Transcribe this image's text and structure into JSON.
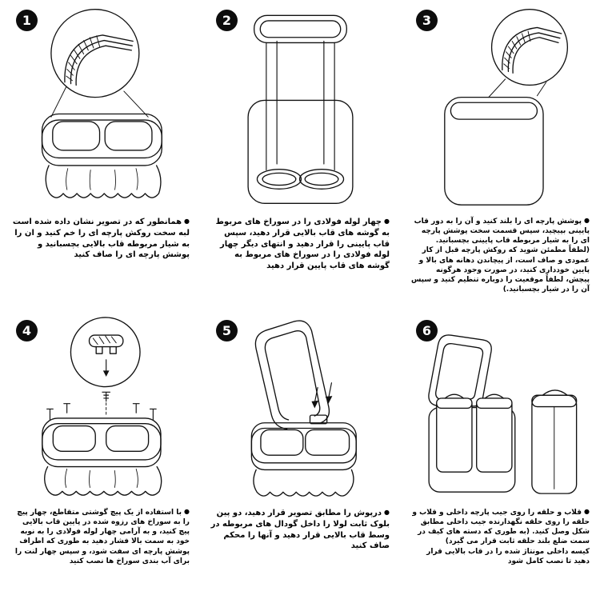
{
  "bullet": "●",
  "steps": [
    {
      "number": "1",
      "text": "همانطور که در تصویر نشان داده شده است لبه سخت روکش پارچه ای را خم کنید و ان را به شیار مربوطه قاب بالایی بچسبانید و پوشش پارچه ای را صاف کنید"
    },
    {
      "number": "2",
      "text": "چهار لوله فولادی را در سوراخ های مربوط به گوشه های قاب بالایی قرار دهید، سپس قاب پایینی را قرار دهید و انتهای دیگر چهار لوله فولادی را در سوراخ های مربوط به گوشه های قاب پایین قرار دهید"
    },
    {
      "number": "3",
      "text": "پوشش پارچه ای را بلند کنید و آن را به دور قاب پایینی بپیچید، سپس قسمت سخت پوشش پارچه ای را به شیار مربوطه قاب پایینی بچسبانید.\n(لطفاً مطمئن شوید که روکش پارچه قبل از کار عمودی و صاف است، از پیچاندن دهانه های بالا و پایین خودداری کنید، در صورت وجود هرگونه پیچش، لطفاً موقعیت را دوباره تنظیم کنید و سپس آن را در شیار بچسبانید.)"
    },
    {
      "number": "4",
      "text": "با استفاده از یک پیچ گوشتی متقاطع، چهار پیچ را به سوراخ های رزوه شده در پایین قاب بالایی پیچ کنید، و به آرامی چهار لوله فولادی را به نوبه خود به سمت بالا فشار دهید به طوری که اطراف پوشش پارچه ای سفت شود، و سپس چهار لنت را برای آب بندی سوراخ ها نصب کنید"
    },
    {
      "number": "5",
      "text": "درپوش را مطابق تصویر قرار دهید، دو پین بلوک ثابت لولا را داخل گودال های مربوطه در وسط قاب بالایی قرار دهید و آنها را محکم صاف کنید"
    },
    {
      "number": "6",
      "text": "قلاب و حلقه را روی جیب پارچه داخلی و قلاب و حلقه را روی حلقه نگهدارنده جیب داخلی مطابق شکل وصل کنید. (به طوری که دسته های کیف در سمت ضلع بلند حلقه ثابت قرار می گیرد)\nکیسه داخلی مونتاژ شده را در قاب بالایی قرار دهید تا نصب کامل شود"
    }
  ]
}
